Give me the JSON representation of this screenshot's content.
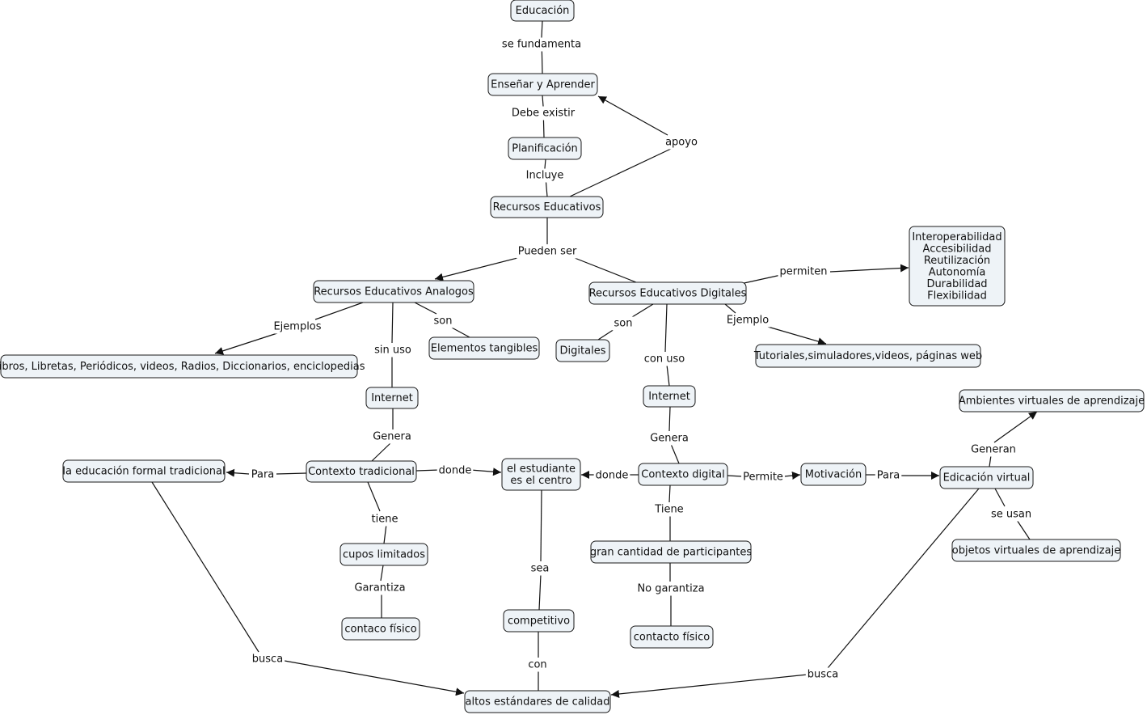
{
  "nodes": [
    {
      "id": "educacion",
      "lines": [
        "Educación"
      ]
    },
    {
      "id": "ensenar",
      "lines": [
        "Enseñar y Aprender"
      ]
    },
    {
      "id": "planificacion",
      "lines": [
        "Planificación"
      ]
    },
    {
      "id": "recursos",
      "lines": [
        "Recursos Educativos"
      ]
    },
    {
      "id": "analogos",
      "lines": [
        "Recursos Educativos Analogos"
      ]
    },
    {
      "id": "digitales_rec",
      "lines": [
        "Recursos Educativos Digitales"
      ]
    },
    {
      "id": "propiedades",
      "lines": [
        "Interoperabilidad",
        "Accesibilidad",
        "Reutilización",
        "Autonomía",
        "Durabilidad",
        "Flexibilidad"
      ]
    },
    {
      "id": "libros",
      "lines": [
        "Libros, Libretas, Periódicos, videos, Radios, Diccionarios, enciclopedias"
      ]
    },
    {
      "id": "tangibles",
      "lines": [
        "Elementos tangibles"
      ]
    },
    {
      "id": "digitales",
      "lines": [
        "Digitales"
      ]
    },
    {
      "id": "tutoriales",
      "lines": [
        "Tutoriales,simuladores,videos, páginas web"
      ]
    },
    {
      "id": "internet1",
      "lines": [
        "Internet"
      ]
    },
    {
      "id": "internet2",
      "lines": [
        "Internet"
      ]
    },
    {
      "id": "ambientes",
      "lines": [
        "Ambientes virtuales de aprendizaje"
      ]
    },
    {
      "id": "formal",
      "lines": [
        "la educación formal tradicional"
      ]
    },
    {
      "id": "ctx_trad",
      "lines": [
        "Contexto tradicional"
      ]
    },
    {
      "id": "estudiante",
      "lines": [
        "el estudiante",
        "es el centro"
      ]
    },
    {
      "id": "ctx_dig",
      "lines": [
        "Contexto digital"
      ]
    },
    {
      "id": "motivacion",
      "lines": [
        "Motivación"
      ]
    },
    {
      "id": "virtual",
      "lines": [
        "Edicación virtual"
      ]
    },
    {
      "id": "cupos",
      "lines": [
        "cupos limitados"
      ]
    },
    {
      "id": "gran",
      "lines": [
        "gran cantidad de participantes"
      ]
    },
    {
      "id": "objetos",
      "lines": [
        "objetos virtuales de aprendizaje"
      ]
    },
    {
      "id": "contaco",
      "lines": [
        "contaco físico"
      ]
    },
    {
      "id": "competitivo",
      "lines": [
        "competitivo"
      ]
    },
    {
      "id": "contacto",
      "lines": [
        "contacto físico"
      ]
    },
    {
      "id": "altos",
      "lines": [
        "altos estándares de calidad"
      ]
    }
  ],
  "links": [
    {
      "id": "l_fundamenta",
      "text": "se fundamenta"
    },
    {
      "id": "l_debe",
      "text": "Debe existir"
    },
    {
      "id": "l_incluye",
      "text": "Incluye"
    },
    {
      "id": "l_apoyo",
      "text": "apoyo"
    },
    {
      "id": "l_pueden",
      "text": "Pueden ser"
    },
    {
      "id": "l_permiten",
      "text": "permiten"
    },
    {
      "id": "l_ejemplos",
      "text": "Ejemplos"
    },
    {
      "id": "l_son1",
      "text": "son"
    },
    {
      "id": "l_sinuso",
      "text": "sin uso"
    },
    {
      "id": "l_son2",
      "text": "son"
    },
    {
      "id": "l_ejemplo",
      "text": "Ejemplo"
    },
    {
      "id": "l_conuso",
      "text": "con uso"
    },
    {
      "id": "l_genera1",
      "text": "Genera"
    },
    {
      "id": "l_genera2",
      "text": "Genera"
    },
    {
      "id": "l_para1",
      "text": "Para"
    },
    {
      "id": "l_donde1",
      "text": "donde"
    },
    {
      "id": "l_donde2",
      "text": "donde"
    },
    {
      "id": "l_permite",
      "text": "Permite"
    },
    {
      "id": "l_para2",
      "text": "Para"
    },
    {
      "id": "l_generan",
      "text": "Generan"
    },
    {
      "id": "l_tiene1",
      "text": "tiene"
    },
    {
      "id": "l_tiene2",
      "text": "Tiene"
    },
    {
      "id": "l_seusan",
      "text": "se usan"
    },
    {
      "id": "l_garantiza",
      "text": "Garantiza"
    },
    {
      "id": "l_sea",
      "text": "sea"
    },
    {
      "id": "l_nogarantiza",
      "text": "No garantiza"
    },
    {
      "id": "l_con",
      "text": "con"
    },
    {
      "id": "l_busca1",
      "text": "busca"
    },
    {
      "id": "l_busca2",
      "text": "busca"
    }
  ]
}
